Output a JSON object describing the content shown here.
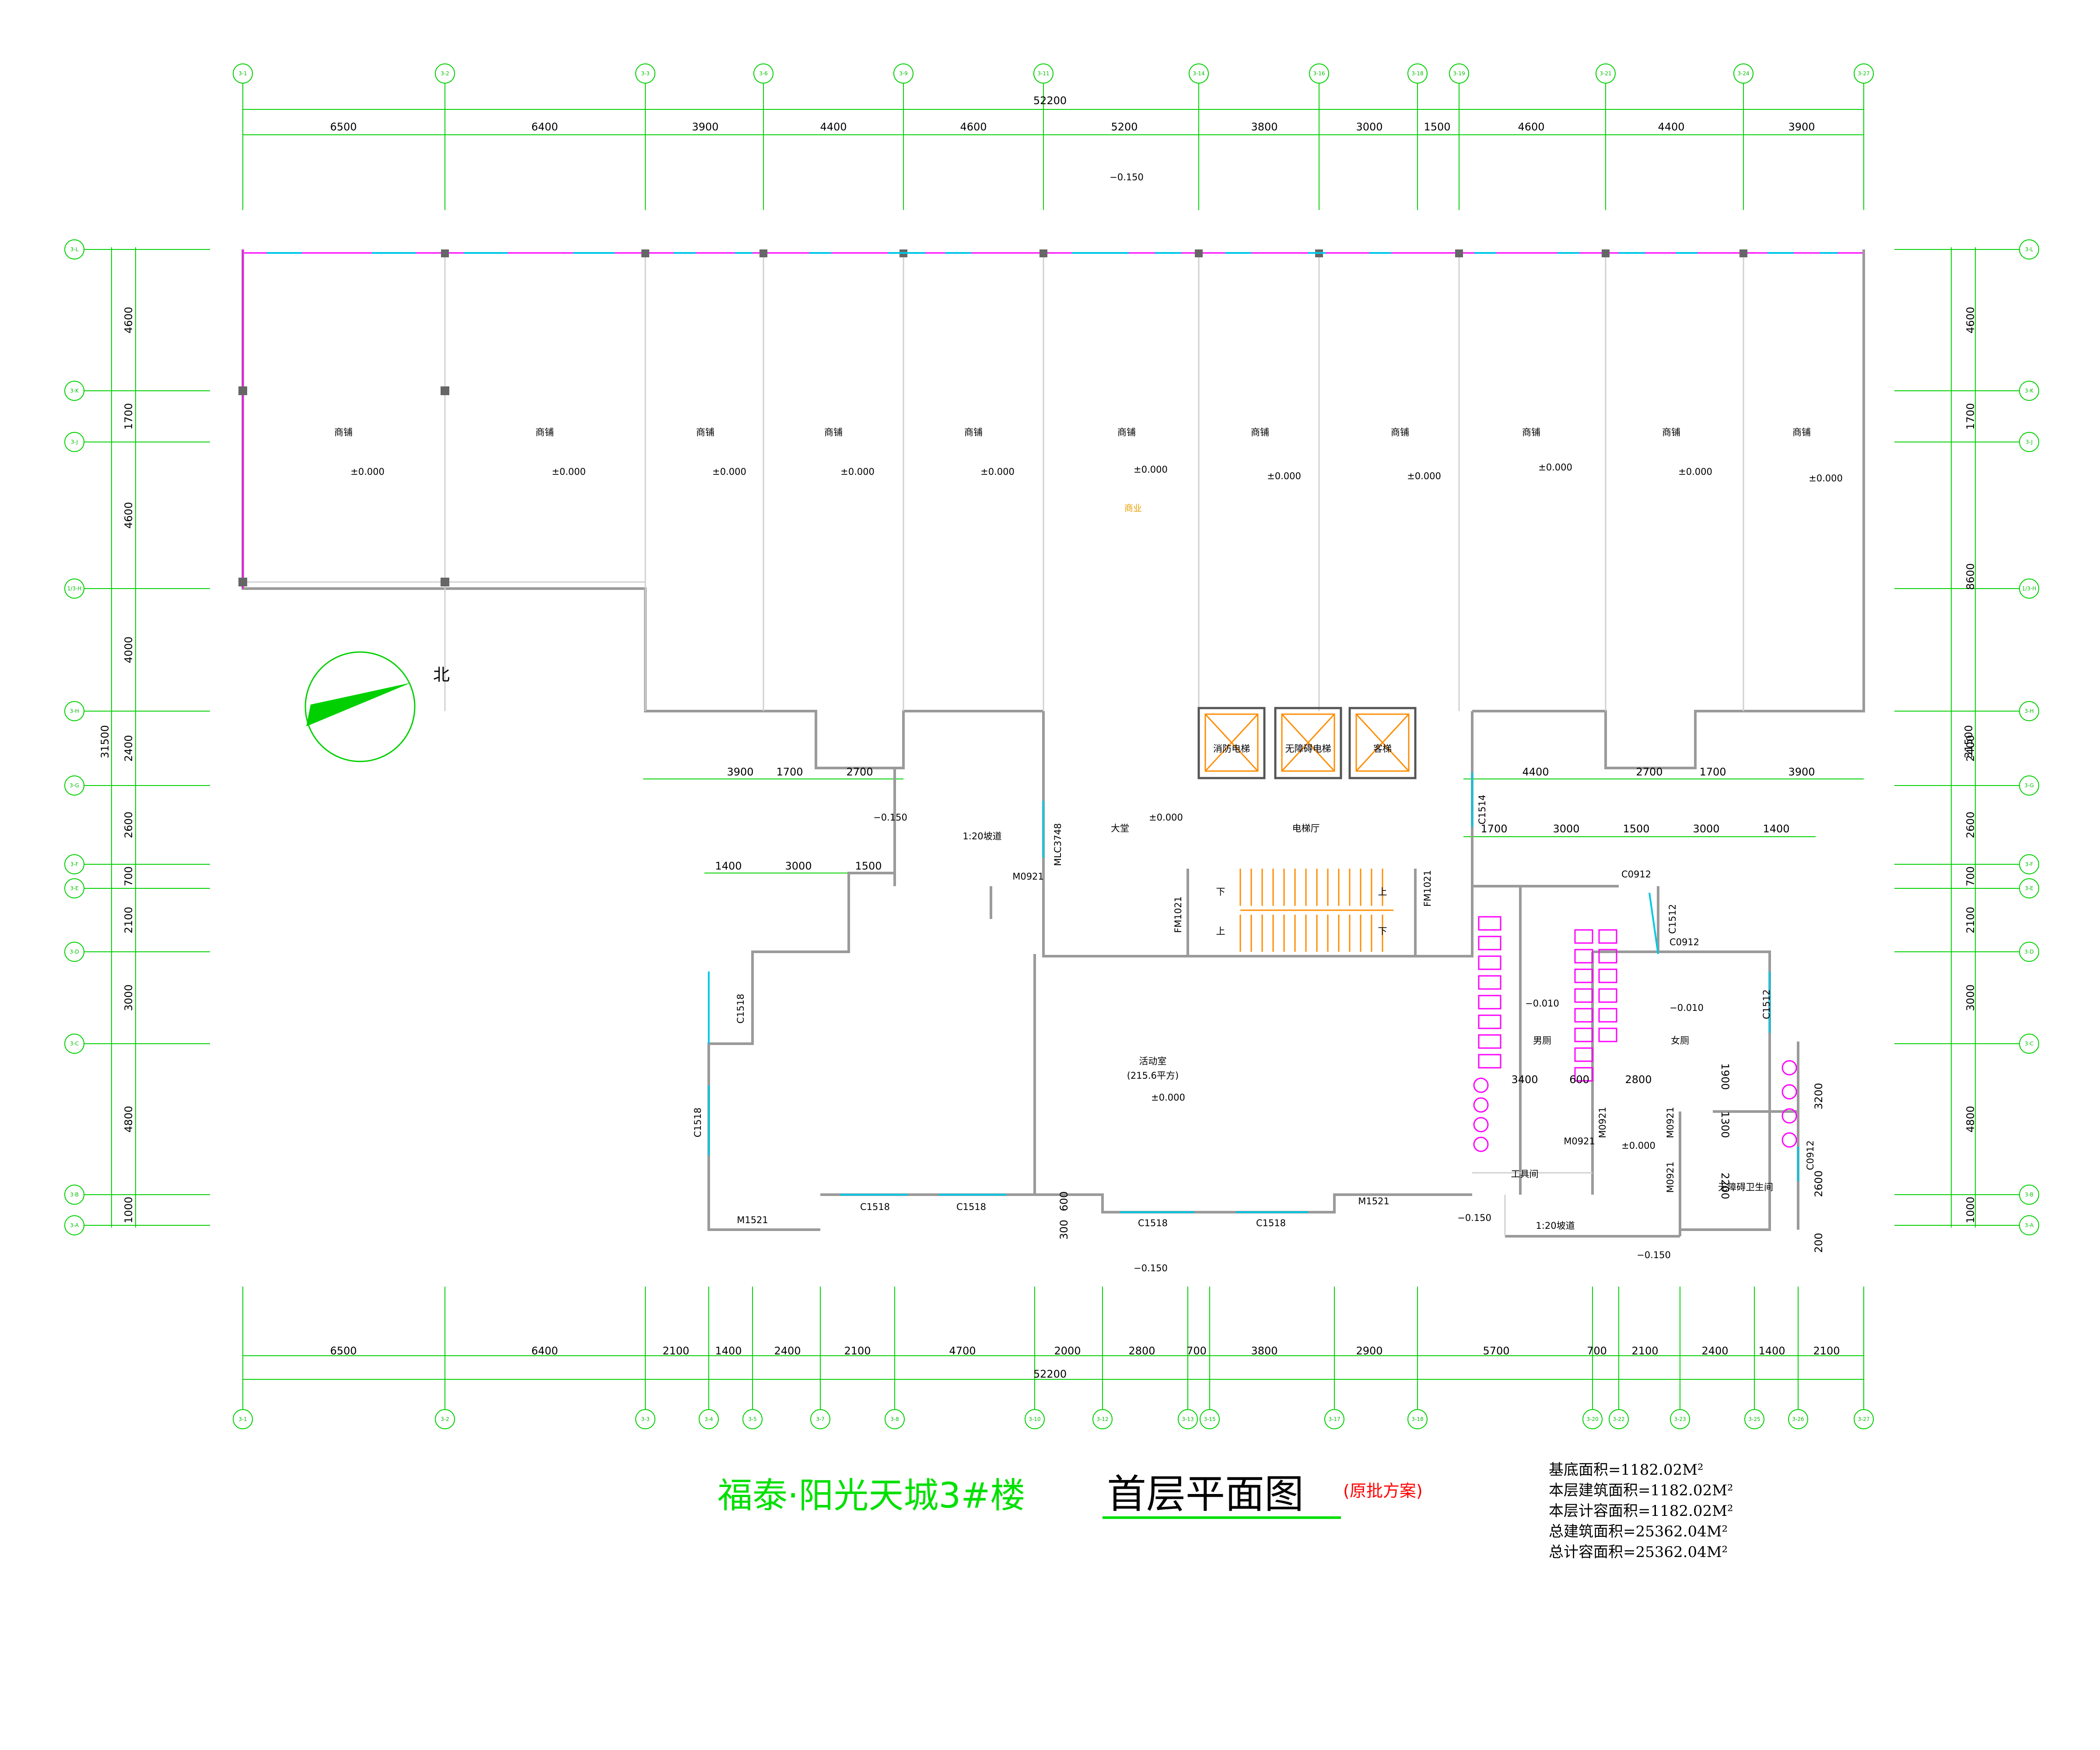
{
  "title": {
    "project": "福泰·阳光天城3#楼",
    "drawing": "首层平面图",
    "note": "(原批方案)"
  },
  "areas": [
    "基底面积=1182.02M²",
    "本层建筑面积=1182.02M²",
    "本层计容面积=1182.02M²",
    "总建筑面积=25362.04M²",
    "总计容面积=25362.04M²"
  ],
  "north_label": "北",
  "axes_top": [
    "3-1",
    "3-2",
    "3-3",
    "3-6",
    "3-9",
    "3-11",
    "3-14",
    "3-16",
    "3-18",
    "3-19",
    "3-21",
    "3-24",
    "3-27"
  ],
  "axes_bottom": [
    "3-1",
    "3-2",
    "3-3",
    "3-4",
    "3-5",
    "3-7",
    "3-8",
    "3-10",
    "3-12",
    "3-13",
    "3-15",
    "3-17",
    "3-18",
    "3-20",
    "3-22",
    "3-23",
    "3-25",
    "3-26",
    "3-27"
  ],
  "axes_side": [
    "3-L",
    "3-K",
    "3-J",
    "1/3-H",
    "3-H",
    "3-G",
    "3-F",
    "3-E",
    "3-D",
    "3-C",
    "3-B",
    "3-A"
  ],
  "dims_top_total": "52200",
  "dims_top": [
    "6500",
    "6400",
    "3900",
    "4400",
    "4600",
    "5200",
    "3800",
    "3000",
    "1500",
    "4600",
    "4400",
    "3900"
  ],
  "dims_bottom_total": "52200",
  "dims_bottom": [
    "6500",
    "6400",
    "2100",
    "1400",
    "2400",
    "2100",
    "4700",
    "2000",
    "2800",
    "700",
    "3800",
    "2900",
    "5700",
    "700",
    "2100",
    "2400",
    "1400",
    "2100"
  ],
  "dims_left_total": "31500",
  "dims_left": [
    "4600",
    "1700",
    "4600",
    "4000",
    "2400",
    "2600",
    "700",
    "2100",
    "3000",
    "4800",
    "1000"
  ],
  "dims_right_total": "31500",
  "dims_right": [
    "4600",
    "1700",
    "8600",
    "2400",
    "2600",
    "700",
    "2100",
    "3000",
    "4800",
    "1000"
  ],
  "dims_mid_left": [
    "3900",
    "1700",
    "2700"
  ],
  "dims_mid_left2": [
    "1400",
    "3000",
    "1500"
  ],
  "dims_mid_right": [
    "4400",
    "2700",
    "1700",
    "3900"
  ],
  "dims_mid_right2": [
    "1700",
    "3000",
    "1500",
    "3000",
    "1400"
  ],
  "dims_toilet": [
    "3400",
    "600",
    "2800"
  ],
  "dims_toilet_v": [
    "1900",
    "1300",
    "2200",
    "3200",
    "2600",
    "200"
  ],
  "dims_small": [
    "600",
    "300"
  ],
  "shop_label": "商铺",
  "shop_level": "±0.000",
  "commercial_label": "商业",
  "levels": {
    "outdoor_top": "−0.150",
    "outdoor_left": "−0.150",
    "outdoor_bottom": "−0.150",
    "outdoor_right": "−0.150",
    "outdoor_right2": "−0.150",
    "lobby": "±0.000",
    "activity": "±0.000",
    "men": "−0.010",
    "women": "−0.010",
    "corridor": "±0.000"
  },
  "rooms": {
    "fire_lift": "消防电梯",
    "access_lift": "无障碍电梯",
    "passenger_lift": "客梯",
    "lobby": "大堂",
    "lift_hall": "电梯厅",
    "activity": "活动室",
    "activity_area": "(215.6平方)",
    "men": "男厕",
    "women": "女厕",
    "tool": "工具间",
    "access_wc": "无障碍卫生间"
  },
  "ramps": [
    "1:20坡道",
    "1:20坡道"
  ],
  "stair": {
    "down": "下",
    "up": "上"
  },
  "doors": {
    "m0921_a": "M0921",
    "mlc": "MLC3748",
    "fm_left": "FM1021",
    "fm_right": "FM1021",
    "c1514": "C1514",
    "c0912_a": "C0912",
    "c1512_a": "C1512",
    "c0912_b": "C0912",
    "c1512_b": "C1512",
    "c1518_a": "C1518",
    "c1518_b": "C1518",
    "m1521_a": "M1521",
    "c1518_c": "C1518",
    "c1518_d": "C1518",
    "c1518_e": "C1518",
    "c1518_f": "C1518",
    "m1521_b": "M1521",
    "m0921_b": "M0921",
    "m0921_c": "M0921",
    "m0921_d": "M0921",
    "m0921_e": "M0921",
    "c0912_c": "C0912"
  },
  "colors": {
    "axis": "#00d000",
    "window": "#00c8e6",
    "fixture": "#ff00ff",
    "lift": "#ff8c00",
    "title": "#00e000"
  }
}
